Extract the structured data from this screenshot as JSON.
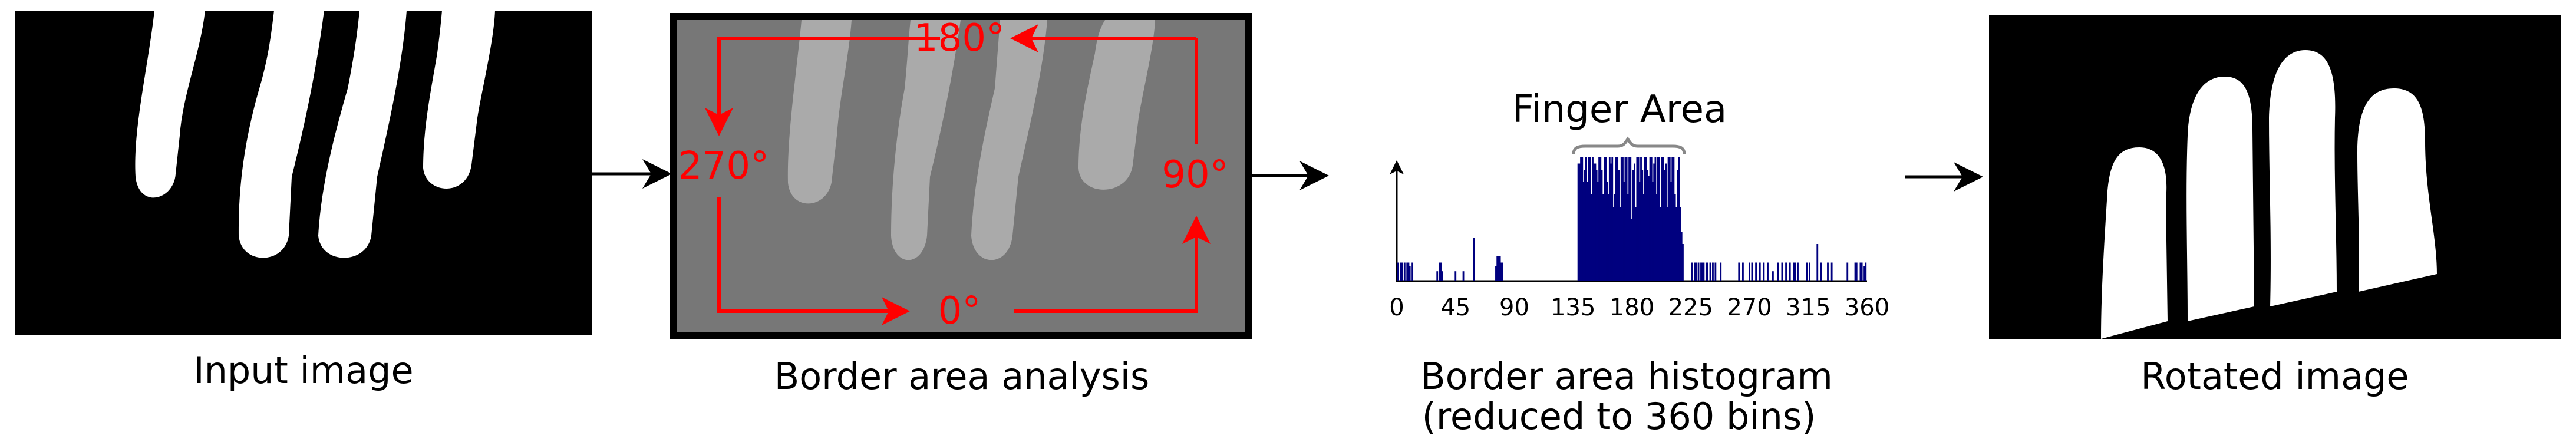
{
  "panels": {
    "input": {
      "caption": "Input image"
    },
    "border": {
      "caption": "Border area analysis",
      "angle_top": "180°",
      "angle_left": "270°",
      "angle_right": "90°",
      "angle_bottom": "0°"
    },
    "histogram": {
      "caption_line1": "Border area histogram",
      "caption_line2": "(reduced to 360 bins)",
      "finger_area_label": "Finger Area"
    },
    "rotated": {
      "caption": "Rotated image"
    }
  },
  "chart_data": {
    "type": "bar",
    "title": "",
    "xlabel": "",
    "ylabel": "",
    "xlim": [
      0,
      360
    ],
    "ylim": [
      0,
      100
    ],
    "tick_labels": [
      "0",
      "45",
      "90",
      "135",
      "180",
      "225",
      "270",
      "315",
      "360"
    ],
    "x": [
      1,
      3,
      4,
      6,
      8,
      9,
      10,
      12,
      31,
      33,
      34,
      35,
      45,
      51,
      59,
      76,
      77,
      78,
      79,
      80,
      81,
      139,
      140,
      141,
      142,
      143,
      144,
      145,
      146,
      147,
      148,
      149,
      150,
      151,
      152,
      153,
      154,
      155,
      156,
      157,
      158,
      159,
      160,
      161,
      162,
      163,
      164,
      165,
      166,
      167,
      168,
      169,
      170,
      171,
      172,
      173,
      174,
      175,
      176,
      177,
      178,
      179,
      180,
      181,
      182,
      183,
      184,
      185,
      186,
      187,
      188,
      189,
      190,
      191,
      192,
      193,
      194,
      195,
      196,
      197,
      198,
      199,
      200,
      201,
      202,
      203,
      204,
      205,
      206,
      207,
      208,
      209,
      210,
      211,
      212,
      213,
      214,
      215,
      216,
      217,
      218,
      219,
      226,
      228,
      229,
      231,
      233,
      234,
      235,
      237,
      238,
      240,
      242,
      244,
      248,
      262,
      265,
      270,
      272,
      275,
      278,
      281,
      284,
      288,
      292,
      295,
      298,
      301,
      304,
      305,
      307,
      314,
      316,
      322,
      325,
      330,
      333,
      345,
      351,
      352,
      355,
      356,
      358,
      359
    ],
    "values": [
      15,
      15,
      15,
      15,
      15,
      15,
      12,
      15,
      8,
      15,
      15,
      8,
      8,
      8,
      35,
      12,
      20,
      20,
      20,
      15,
      15,
      95,
      95,
      100,
      100,
      80,
      90,
      100,
      80,
      100,
      100,
      70,
      100,
      95,
      95,
      90,
      80,
      100,
      100,
      90,
      70,
      100,
      100,
      80,
      70,
      100,
      95,
      100,
      60,
      70,
      100,
      100,
      90,
      60,
      100,
      100,
      80,
      100,
      100,
      70,
      100,
      100,
      50,
      90,
      95,
      60,
      100,
      100,
      80,
      100,
      90,
      70,
      100,
      100,
      90,
      85,
      100,
      100,
      80,
      95,
      100,
      70,
      100,
      100,
      60,
      100,
      100,
      90,
      95,
      60,
      100,
      100,
      80,
      100,
      100,
      70,
      60,
      90,
      100,
      60,
      40,
      30,
      15,
      15,
      15,
      15,
      15,
      15,
      15,
      15,
      15,
      15,
      15,
      15,
      15,
      15,
      15,
      15,
      15,
      15,
      15,
      15,
      15,
      8,
      15,
      15,
      15,
      15,
      15,
      15,
      15,
      15,
      15,
      30,
      15,
      15,
      15,
      15,
      15,
      15,
      15,
      15,
      12,
      15,
      15,
      15
    ]
  }
}
